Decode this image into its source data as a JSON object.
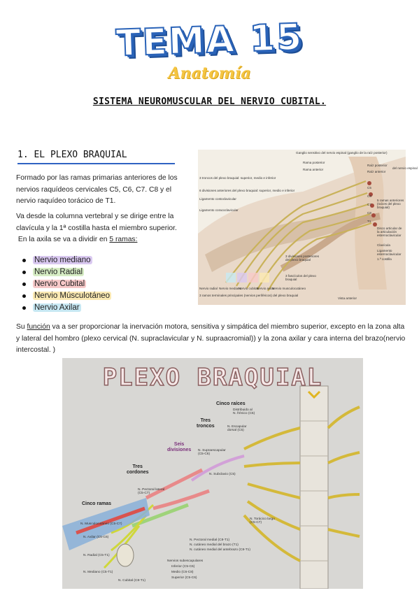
{
  "header": {
    "tema": "TEMA 15",
    "subject": "Anatomía",
    "title": "SISTEMA NEUROMUSCULAR DEL NERVIO CUBITAL."
  },
  "section": {
    "heading": "1. EL PLEXO BRAQUIAL",
    "p1": "Formado por las ramas primarias anteriores de los nervios raquídeos cervicales C5, C6, C7. C8 y el nervio raquídeo torácico de T1.",
    "p2a": "Va desde la columna vertebral y se dirige entre la clavícula y la 1ª costilla hasta el miembro superior.",
    "p2b": "En la axila se va a dividir en ",
    "p2c": "5 ramas:",
    "nerves": [
      {
        "label": "Nervio mediano",
        "color": "#d9c8f0"
      },
      {
        "label": "Nervio Radial",
        "color": "#d6ecc4"
      },
      {
        "label": "Nervio Cubital",
        "color": "#f7c9c9"
      },
      {
        "label": "Nervio Músculotáneo",
        "color": "#fbe9b3"
      },
      {
        "label": "Nervio Axilar",
        "color": "#c7e8f3"
      }
    ],
    "p3a": "Su ",
    "p3b": "función",
    "p3c": " va a ser proporcionar la inervación motora, sensitiva y simpática del miembro superior, excepto en la zona alta y lateral del hombro (plexo cervical (N. supraclavicular y N. supraacromial)) y la zona axilar y cara interna del brazo(nervio intercostal. )"
  },
  "figure1": {
    "labels": {
      "l1": "Ganglio sensitivo del nervio espinal (ganglio de la raíz posterior)",
      "l2": "Rama posterior",
      "l3": "Rama anterior",
      "l4": "Raíz posterior",
      "l5": "Raíz anterior",
      "l6": "del nervio espinal",
      "l7": "3 troncos del plexo braquial: superior, medio e inferior",
      "l8": "6 divisiones anteriores del plexo braquial: superior, medio e inferior",
      "l9": "Ligamento costoclavicular",
      "l10": "Ligamento coracoclavicular",
      "l11": "C5",
      "l12": "C6",
      "l13": "C7",
      "l14": "C8",
      "l15": "T1",
      "l16": "5 ramas anteriores (raíces del plexo braquial)",
      "l17": "Disco articular de la articulación esternoclavicular",
      "l18": "Clavícula",
      "l19": "Ligamento esternoclavicular",
      "l20": "1.ª costilla",
      "l21": "3 divisiones posteriores del plexo braquial",
      "l22": "3 fascículos del plexo braquial",
      "l23": "Nervio radial",
      "l24": "Nervio mediano",
      "l25": "Nervio cubital",
      "l26": "Nervio axilar",
      "l27": "Nervio musculocutáneo",
      "l28": "3 ramos terminales principales (nervios periféricos) del plexo braquial",
      "l29": "Vista anterior"
    }
  },
  "figure2": {
    "title": "PLEXO BRAQUIAL",
    "labels": {
      "cinco_raices": "Cinco raíces",
      "tres_troncos": "Tres\ntroncos",
      "seis_divisiones": "Seis\ndivisiones",
      "tres_cordones": "Tres\ncordones",
      "cinco_ramas": "Cinco ramas",
      "s1": "Distribuido al\nN. frénico (C5)",
      "s2": "N. Escapular\ndorsal (C5)",
      "s3": "N. Supraescapular\n(C5-C6)",
      "s4": "N. Subclavio (C5)",
      "s5": "N. Pectoral lateral\n(C5-C7)",
      "s6": "N. Torácico largo\n(C5-C7)",
      "s7": "N. Musculocutáneo (C5-C7)",
      "s8": "N. Axilar (C5-C6)",
      "s9": "N. Radial (C5-T1)",
      "s10": "N. Mediano (C5-T1)",
      "s11": "N. Cubital (C8-T1)",
      "s12": "N. Pectoral medial (C8-T1)",
      "s13": "N. cutáneo medial del brazo (T1)",
      "s14": "N. cutáneo medial del antebrazo (C8-T1)",
      "s15": "Nervios subescapulares",
      "s16": "Inferior (C5-C6)",
      "s17": "Medio (C6-C8)",
      "s18": "Superior (C5-C6)"
    }
  }
}
